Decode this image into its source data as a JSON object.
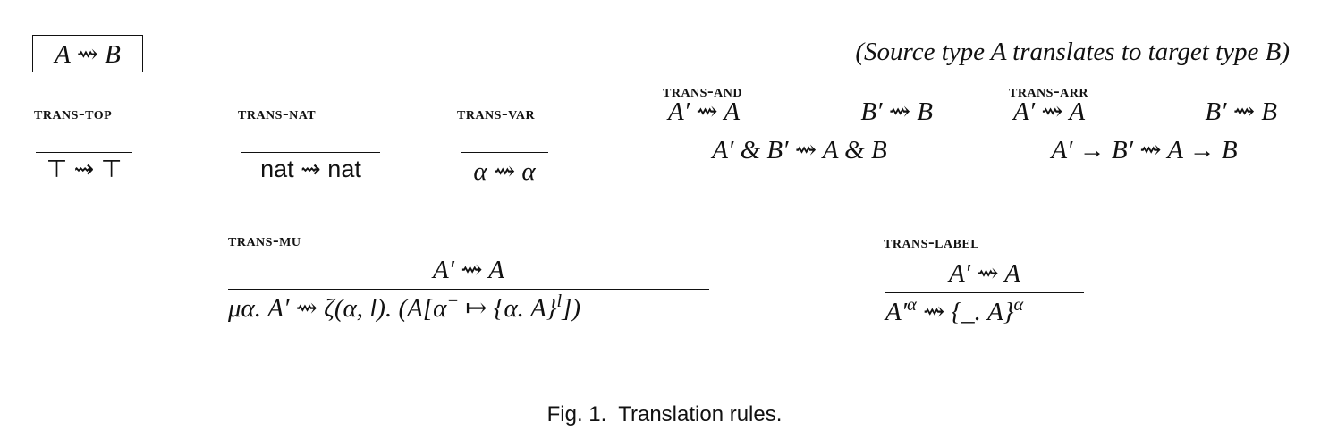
{
  "judgment": {
    "form": "A ⇝ B",
    "description": "(Source type A translates to target type B)"
  },
  "rules": {
    "top": {
      "name": "trans-top",
      "conclusion": "⊤ ⇝ ⊤"
    },
    "nat": {
      "name": "trans-nat",
      "conclusion": "nat ⇝ nat"
    },
    "var": {
      "name": "trans-var",
      "conclusion": "α ⇝ α"
    },
    "and": {
      "name": "trans-and",
      "premises": [
        "A′ ⇝ A",
        "B′ ⇝ B"
      ],
      "conclusion": "A′ & B′ ⇝ A & B"
    },
    "arr": {
      "name": "trans-arr",
      "premises": [
        "A′ ⇝ A",
        "B′ ⇝ B"
      ],
      "conclusion": "A′ → B′ ⇝ A → B"
    },
    "mu": {
      "name": "trans-mu",
      "premises": [
        "A′ ⇝ A"
      ],
      "conclusion_main": "μα. A′ ⇝ ζ(α, l). (A[α",
      "conclusion_sup1": "−",
      "conclusion_mid": " ↦ {α. A}",
      "conclusion_sup2": "l",
      "conclusion_end": "])"
    },
    "label": {
      "name": "trans-label",
      "premises": [
        "A′ ⇝ A"
      ],
      "conclusion_main": "A′",
      "conclusion_sup1": "α",
      "conclusion_mid": " ⇝ {_. A}",
      "conclusion_sup2": "α"
    }
  },
  "caption": "Fig. 1.  Translation rules."
}
